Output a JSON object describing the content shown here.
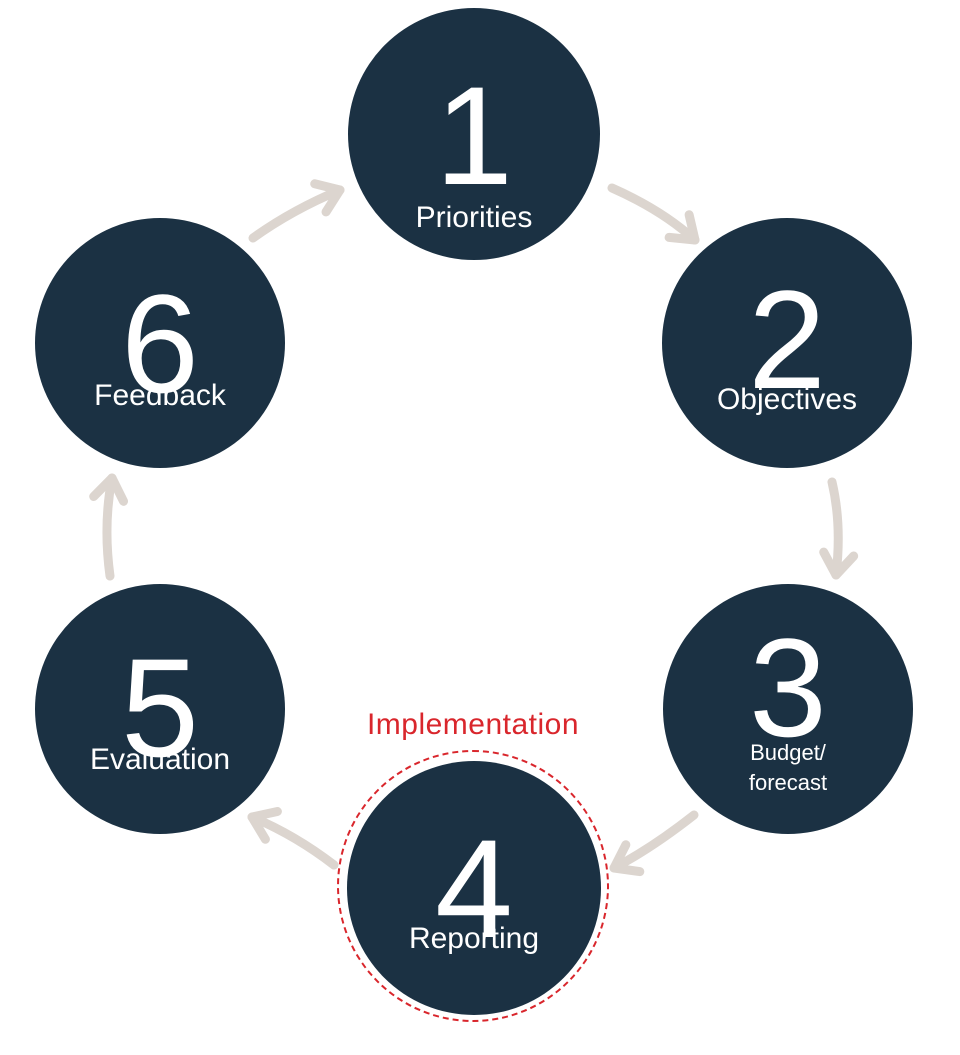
{
  "colors": {
    "node_fill": "#1b3143",
    "node_text": "#ffffff",
    "arrow": "#dcd5cf",
    "highlight": "#d9262c"
  },
  "steps": [
    {
      "number": "1",
      "label": "Priorities"
    },
    {
      "number": "2",
      "label": "Objectives"
    },
    {
      "number": "3",
      "label": "Budget/\nforecast"
    },
    {
      "number": "4",
      "label": "Reporting"
    },
    {
      "number": "5",
      "label": "Evaluation"
    },
    {
      "number": "6",
      "label": "Feedback"
    }
  ],
  "highlight": {
    "step": "4",
    "label": "Implementation"
  }
}
